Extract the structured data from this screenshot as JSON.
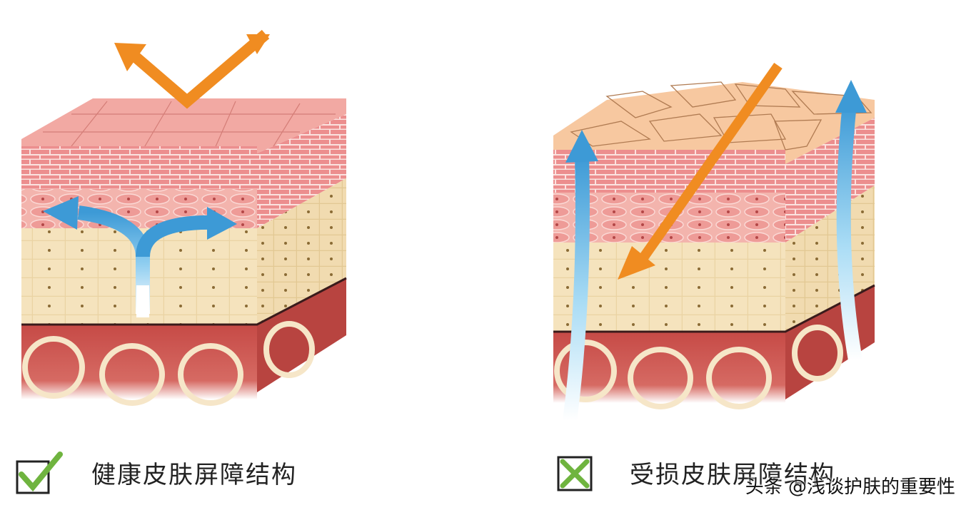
{
  "panels": [
    {
      "caption": "健康皮肤屏障结构",
      "marker_icon": "check-icon",
      "marker_color": "#6fb43f"
    },
    {
      "caption": "受损皮肤屏障结构",
      "marker_icon": "cross-box-icon",
      "marker_color": "#6fb43f"
    }
  ],
  "watermark": "头条 @浅谈护肤的重要性",
  "colors": {
    "stratum_corneum": "#f2a9a3",
    "brick_layer": "#ec8e8e",
    "dermis": "#f5e3bd",
    "base": "#c64a46",
    "ring": "#f6e6c8",
    "orange_arrow": "#f08c21",
    "blue_arrow": "#3d9ad6",
    "damaged_top": "#f7c8a0"
  }
}
